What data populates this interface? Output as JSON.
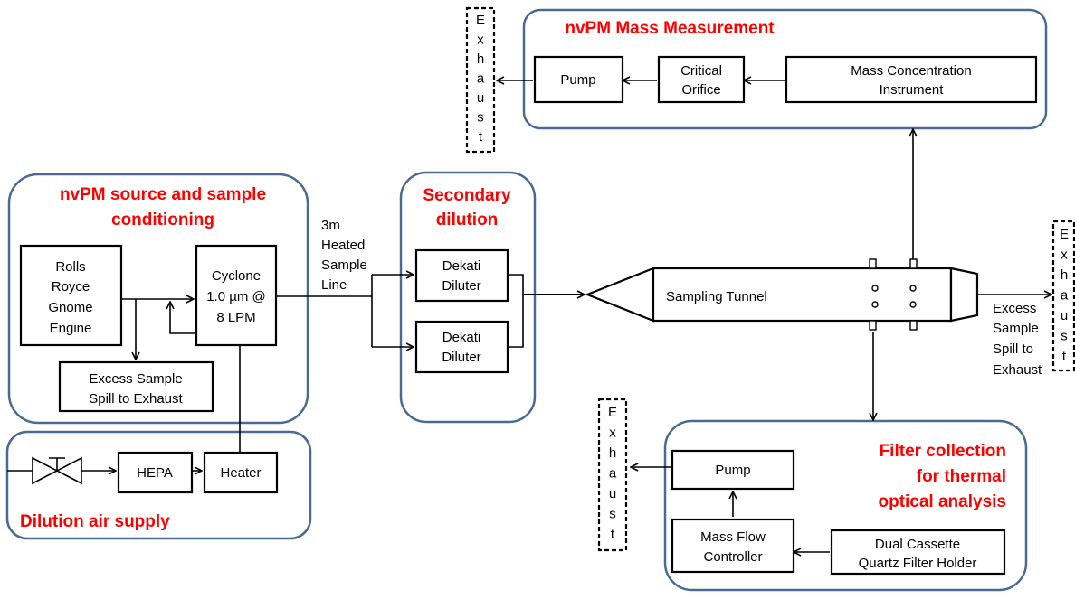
{
  "colors": {
    "panel_border": "#4a6a94",
    "title": "#ff0000",
    "line": "#000000"
  },
  "panels": {
    "source": {
      "title": [
        "nvPM source and sample",
        "conditioning"
      ]
    },
    "dilution_air": {
      "title": "Dilution air supply"
    },
    "secondary": {
      "title": [
        "Secondary",
        "dilution"
      ]
    },
    "mass": {
      "title": "nvPM Mass Measurement"
    },
    "filter": {
      "title": [
        "Filter collection",
        "for thermal",
        "optical analysis"
      ]
    }
  },
  "boxes": {
    "engine": [
      "Rolls",
      "Royce",
      "Gnome",
      "Engine"
    ],
    "cyclone": [
      "Cyclone",
      "1.0 µm @",
      "8 LPM"
    ],
    "excess_sample": [
      "Excess Sample",
      "Spill to Exhaust"
    ],
    "hepa": "HEPA",
    "heater": "Heater",
    "dekati_1": [
      "Dekati",
      "Diluter"
    ],
    "dekati_2": [
      "Dekati",
      "Diluter"
    ],
    "mass_pump": "Pump",
    "critical_orifice": [
      "Critical",
      "Orifice"
    ],
    "mass_instrument": [
      "Mass Concentration",
      "Instrument"
    ],
    "filter_pump": "Pump",
    "mass_flow": [
      "Mass Flow",
      "Controller"
    ],
    "filter_holder": [
      "Dual Cassette",
      "Quartz Filter Holder"
    ]
  },
  "labels": {
    "sample_line": [
      "3m",
      "Heated",
      "Sample",
      "Line"
    ],
    "tunnel": "Sampling Tunnel",
    "tunnel_excess": [
      "Excess",
      "Sample",
      "Spill to",
      "Exhaust"
    ]
  },
  "exhaust": [
    "E",
    "x",
    "h",
    "a",
    "u",
    "s",
    "t"
  ]
}
